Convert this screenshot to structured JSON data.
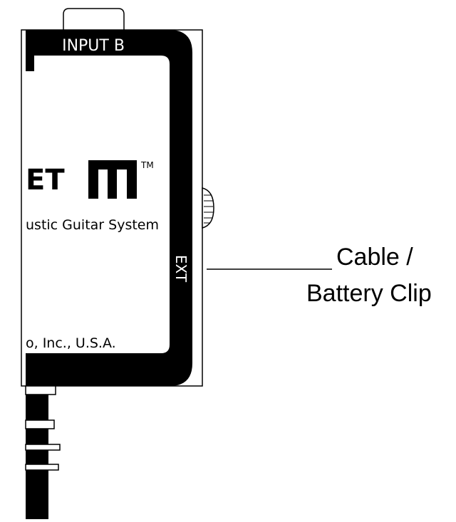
{
  "frame": {
    "input_label": "INPUT B",
    "side_label": "EXT",
    "logo_fragment": "ET",
    "trademark": "TM",
    "product_fragment": "ustic Guitar System",
    "maker_fragment": "o, Inc., U.S.A."
  },
  "callout": {
    "line1": "Cable /",
    "line2": "Battery Clip"
  }
}
